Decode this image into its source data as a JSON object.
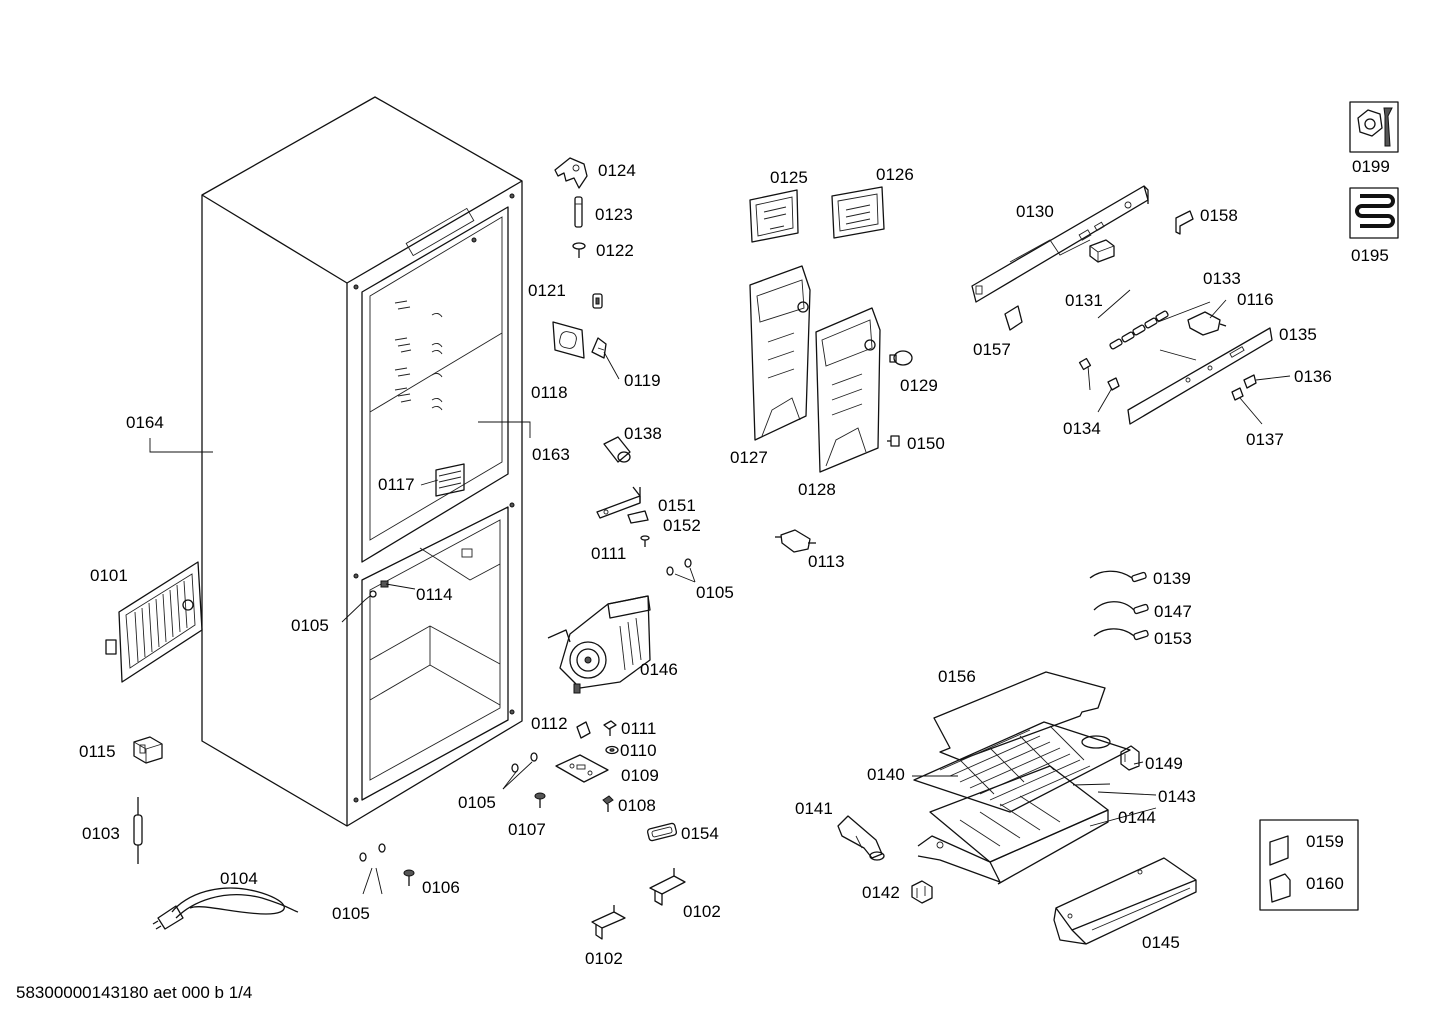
{
  "footer": "58300000143180 aet 000 b 1/4",
  "labels": {
    "p0101": "0101",
    "p0102": "0102",
    "p0103": "0103",
    "p0104": "0104",
    "p0105": "0105",
    "p0106": "0106",
    "p0107": "0107",
    "p0108": "0108",
    "p0109": "0109",
    "p0110": "0110",
    "p0111": "0111",
    "p0112": "0112",
    "p0113": "0113",
    "p0114": "0114",
    "p0115": "0115",
    "p0116": "0116",
    "p0117": "0117",
    "p0118": "0118",
    "p0119": "0119",
    "p0121": "0121",
    "p0122": "0122",
    "p0123": "0123",
    "p0124": "0124",
    "p0125": "0125",
    "p0126": "0126",
    "p0127": "0127",
    "p0128": "0128",
    "p0129": "0129",
    "p0130": "0130",
    "p0131": "0131",
    "p0133": "0133",
    "p0134": "0134",
    "p0135": "0135",
    "p0136": "0136",
    "p0137": "0137",
    "p0138": "0138",
    "p0139": "0139",
    "p0140": "0140",
    "p0141": "0141",
    "p0142": "0142",
    "p0143": "0143",
    "p0144": "0144",
    "p0145": "0145",
    "p0146": "0146",
    "p0147": "0147",
    "p0149": "0149",
    "p0150": "0150",
    "p0151": "0151",
    "p0152": "0152",
    "p0153": "0153",
    "p0154": "0154",
    "p0156": "0156",
    "p0157": "0157",
    "p0158": "0158",
    "p0159": "0159",
    "p0160": "0160",
    "p0163": "0163",
    "p0164": "0164",
    "p0195": "0195",
    "p0199": "0199"
  },
  "icons": {
    "tools": "wrench-and-nut-icon",
    "coil": "refrigerant-coil-icon"
  }
}
